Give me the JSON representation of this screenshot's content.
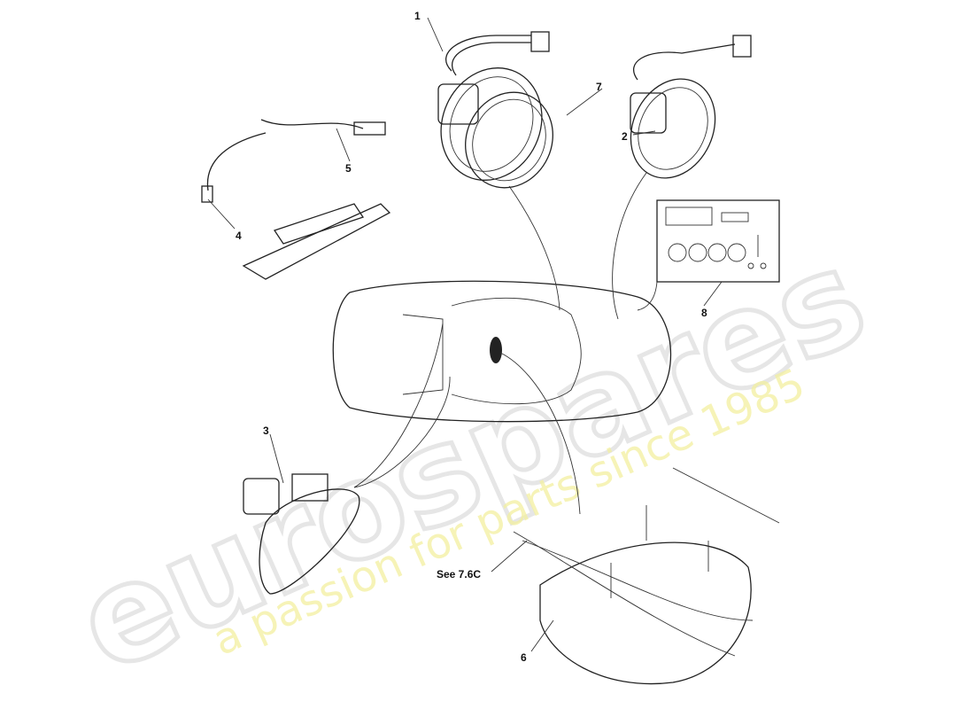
{
  "diagram": {
    "callouts": [
      {
        "id": "1",
        "label": "1"
      },
      {
        "id": "2",
        "label": "2"
      },
      {
        "id": "3",
        "label": "3"
      },
      {
        "id": "4",
        "label": "4"
      },
      {
        "id": "5",
        "label": "5"
      },
      {
        "id": "6",
        "label": "6"
      },
      {
        "id": "7",
        "label": "7"
      },
      {
        "id": "8",
        "label": "8"
      }
    ],
    "reference_note": "See 7.6C"
  },
  "watermark": {
    "brand": "eurospares",
    "tagline": "a passion for parts since 1985"
  },
  "colors": {
    "line": "#222222",
    "watermark_brand": "#e6e6e6",
    "watermark_tagline": "#f3f0a0"
  }
}
